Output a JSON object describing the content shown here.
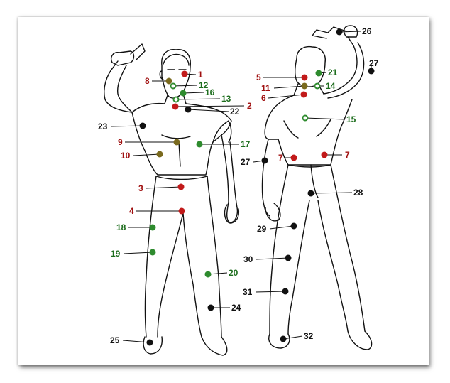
{
  "colors": {
    "red": "#c21a1a",
    "green": "#2e8b2e",
    "olive": "#7a6a1e",
    "black": "#111111",
    "label_red": "#a01010",
    "label_green": "#1e6e1e",
    "label_black": "#111111"
  },
  "points": [
    {
      "label": "1",
      "kind": "red",
      "label_color": "label_red"
    },
    {
      "label": "2",
      "kind": "red",
      "label_color": "label_red"
    },
    {
      "label": "3",
      "kind": "red",
      "label_color": "label_red"
    },
    {
      "label": "4",
      "kind": "red",
      "label_color": "label_red"
    },
    {
      "label": "5",
      "kind": "red",
      "label_color": "label_red"
    },
    {
      "label": "6",
      "kind": "red",
      "label_color": "label_red"
    },
    {
      "label": "7",
      "kind": "red",
      "label_color": "label_red"
    },
    {
      "label": "7",
      "kind": "red",
      "label_color": "label_red"
    },
    {
      "label": "8",
      "kind": "olive",
      "label_color": "label_red"
    },
    {
      "label": "9",
      "kind": "olive",
      "label_color": "label_red"
    },
    {
      "label": "10",
      "kind": "olive",
      "label_color": "label_red"
    },
    {
      "label": "11",
      "kind": "olive",
      "label_color": "label_red"
    },
    {
      "label": "12",
      "kind": "ring",
      "label_color": "label_green"
    },
    {
      "label": "13",
      "kind": "ring",
      "label_color": "label_green"
    },
    {
      "label": "14",
      "kind": "ring",
      "label_color": "label_green"
    },
    {
      "label": "15",
      "kind": "ring",
      "label_color": "label_green"
    },
    {
      "label": "16",
      "kind": "green",
      "label_color": "label_green"
    },
    {
      "label": "17",
      "kind": "green",
      "label_color": "label_green"
    },
    {
      "label": "18",
      "kind": "green",
      "label_color": "label_green"
    },
    {
      "label": "19",
      "kind": "green",
      "label_color": "label_green"
    },
    {
      "label": "20",
      "kind": "green",
      "label_color": "label_green"
    },
    {
      "label": "21",
      "kind": "green",
      "label_color": "label_green"
    },
    {
      "label": "22",
      "kind": "black",
      "label_color": "label_black"
    },
    {
      "label": "23",
      "kind": "black",
      "label_color": "label_black"
    },
    {
      "label": "24",
      "kind": "black",
      "label_color": "label_black"
    },
    {
      "label": "25",
      "kind": "black",
      "label_color": "label_black"
    },
    {
      "label": "26",
      "kind": "black",
      "label_color": "label_black"
    },
    {
      "label": "27",
      "kind": "black",
      "label_color": "label_black"
    },
    {
      "label": "27",
      "kind": "black",
      "label_color": "label_black"
    },
    {
      "label": "28",
      "kind": "black",
      "label_color": "label_black"
    },
    {
      "label": "29",
      "kind": "black",
      "label_color": "label_black"
    },
    {
      "label": "30",
      "kind": "black",
      "label_color": "label_black"
    },
    {
      "label": "31",
      "kind": "black",
      "label_color": "label_black"
    },
    {
      "label": "32",
      "kind": "black",
      "label_color": "label_black"
    }
  ]
}
